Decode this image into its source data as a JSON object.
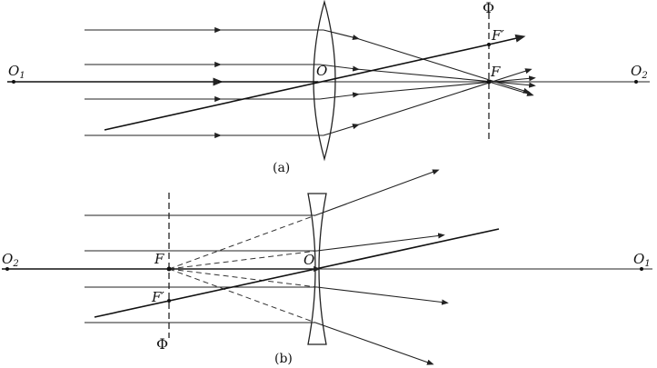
{
  "diagram_a": {
    "caption": "(a)",
    "axis_left": "O",
    "axis_left_sub": "1",
    "axis_right": "O",
    "axis_right_sub": "2",
    "center": "O",
    "focus": "F",
    "focus_prime": "F′",
    "focal_plane": "Φ"
  },
  "diagram_b": {
    "caption": "(b)",
    "axis_left": "O",
    "axis_left_sub": "2",
    "axis_right": "O",
    "axis_right_sub": "1",
    "center": "O",
    "focus": "F",
    "focus_prime": "F′",
    "focal_plane": "Φ"
  }
}
